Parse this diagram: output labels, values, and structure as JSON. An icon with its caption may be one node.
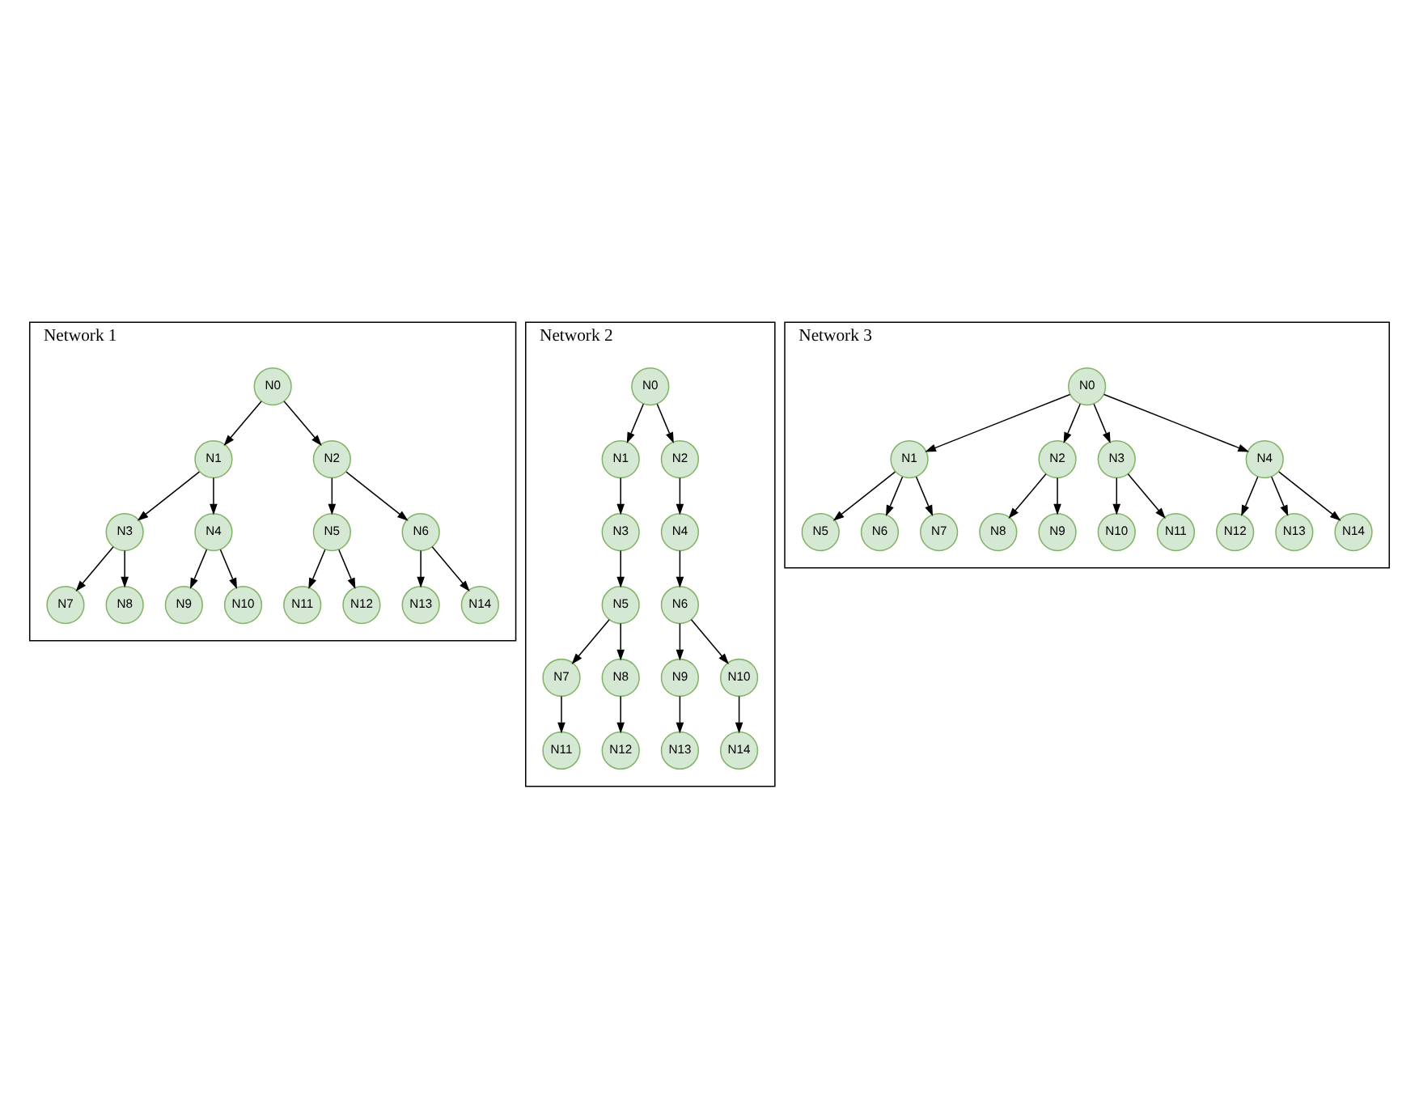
{
  "diagram": {
    "nodes": [
      {
        "text": [
          "Network 1"
        ]
      },
      {
        "text": [
          "N0"
        ],
        "in": 0
      },
      {
        "text": [
          "N1"
        ],
        "in": 0
      },
      {
        "text": [
          "N2"
        ],
        "in": 0
      },
      {
        "text": [
          "N3"
        ],
        "in": 0
      },
      {
        "text": [
          "N4"
        ],
        "in": 0
      },
      {
        "text": [
          "N5"
        ],
        "in": 0
      },
      {
        "text": [
          "N6"
        ],
        "in": 0
      },
      {
        "text": [
          "N7"
        ],
        "in": 0
      },
      {
        "text": [
          "N8"
        ],
        "in": 0
      },
      {
        "text": [
          "N9"
        ],
        "in": 0
      },
      {
        "text": [
          "N10"
        ],
        "in": 0
      },
      {
        "text": [
          "N11"
        ],
        "in": 0
      },
      {
        "text": [
          "N12"
        ],
        "in": 0
      },
      {
        "text": [
          "N13"
        ],
        "in": 0
      },
      {
        "text": [
          "N14"
        ],
        "in": 0
      },
      {
        "text": [
          "Network 2"
        ]
      },
      {
        "text": [
          "N0"
        ],
        "in": 16
      },
      {
        "text": [
          "N1"
        ],
        "in": 16
      },
      {
        "text": [
          "N2"
        ],
        "in": 16
      },
      {
        "text": [
          "N3"
        ],
        "in": 16
      },
      {
        "text": [
          "N4"
        ],
        "in": 16
      },
      {
        "text": [
          "N5"
        ],
        "in": 16
      },
      {
        "text": [
          "N6"
        ],
        "in": 16
      },
      {
        "text": [
          "N7"
        ],
        "in": 16
      },
      {
        "text": [
          "N8"
        ],
        "in": 16
      },
      {
        "text": [
          "N9"
        ],
        "in": 16
      },
      {
        "text": [
          "N10"
        ],
        "in": 16
      },
      {
        "text": [
          "N11"
        ],
        "in": 16
      },
      {
        "text": [
          "N12"
        ],
        "in": 16
      },
      {
        "text": [
          "N13"
        ],
        "in": 16
      },
      {
        "text": [
          "N14"
        ],
        "in": 16
      },
      {
        "text": [
          "Network 3"
        ]
      },
      {
        "text": [
          "N0"
        ],
        "in": 32
      },
      {
        "text": [
          "N1"
        ],
        "in": 32
      },
      {
        "text": [
          "N2"
        ],
        "in": 32
      },
      {
        "text": [
          "N3"
        ],
        "in": 32
      },
      {
        "text": [
          "N4"
        ],
        "in": 32
      },
      {
        "text": [
          "N5"
        ],
        "in": 32
      },
      {
        "text": [
          "N6"
        ],
        "in": 32
      },
      {
        "text": [
          "N7"
        ],
        "in": 32
      },
      {
        "text": [
          "N8"
        ],
        "in": 32
      },
      {
        "text": [
          "N9"
        ],
        "in": 32
      },
      {
        "text": [
          "N10"
        ],
        "in": 32
      },
      {
        "text": [
          "N11"
        ],
        "in": 32
      },
      {
        "text": [
          "N12"
        ],
        "in": 32
      },
      {
        "text": [
          "N13"
        ],
        "in": 32
      },
      {
        "text": [
          "N14"
        ],
        "in": 32
      }
    ],
    "edges": [
      {
        "from": 1,
        "to": 2,
        "arrow": "to"
      },
      {
        "from": 1,
        "to": 3,
        "arrow": "to"
      },
      {
        "from": 2,
        "to": 4,
        "arrow": "to"
      },
      {
        "from": 2,
        "to": 5,
        "arrow": "to"
      },
      {
        "from": 3,
        "to": 6,
        "arrow": "to"
      },
      {
        "from": 3,
        "to": 7,
        "arrow": "to"
      },
      {
        "from": 4,
        "to": 8,
        "arrow": "to"
      },
      {
        "from": 4,
        "to": 9,
        "arrow": "to"
      },
      {
        "from": 5,
        "to": 10,
        "arrow": "to"
      },
      {
        "from": 5,
        "to": 11,
        "arrow": "to"
      },
      {
        "from": 6,
        "to": 12,
        "arrow": "to"
      },
      {
        "from": 6,
        "to": 13,
        "arrow": "to"
      },
      {
        "from": 7,
        "to": 14,
        "arrow": "to"
      },
      {
        "from": 7,
        "to": 15,
        "arrow": "to"
      },
      {
        "from": 17,
        "to": 18,
        "arrow": "to"
      },
      {
        "from": 17,
        "to": 19,
        "arrow": "to"
      },
      {
        "from": 18,
        "to": 20,
        "arrow": "to"
      },
      {
        "from": 20,
        "to": 22,
        "arrow": "to"
      },
      {
        "from": 22,
        "to": 24,
        "arrow": "to"
      },
      {
        "from": 22,
        "to": 25,
        "arrow": "to"
      },
      {
        "from": 24,
        "to": 28,
        "arrow": "to"
      },
      {
        "from": 25,
        "to": 29,
        "arrow": "to"
      },
      {
        "from": 19,
        "to": 21,
        "arrow": "to"
      },
      {
        "from": 21,
        "to": 23,
        "arrow": "to"
      },
      {
        "from": 23,
        "to": 26,
        "arrow": "to"
      },
      {
        "from": 23,
        "to": 27,
        "arrow": "to"
      },
      {
        "from": 26,
        "to": 30,
        "arrow": "to"
      },
      {
        "from": 27,
        "to": 31,
        "arrow": "to"
      },
      {
        "from": 33,
        "to": 34,
        "arrow": "to"
      },
      {
        "from": 33,
        "to": 35,
        "arrow": "to"
      },
      {
        "from": 33,
        "to": 36,
        "arrow": "to"
      },
      {
        "from": 33,
        "to": 37,
        "arrow": "to"
      },
      {
        "from": 34,
        "to": 38,
        "arrow": "to"
      },
      {
        "from": 34,
        "to": 39,
        "arrow": "to"
      },
      {
        "from": 34,
        "to": 40,
        "arrow": "to"
      },
      {
        "from": 35,
        "to": 41,
        "arrow": "to"
      },
      {
        "from": 35,
        "to": 42,
        "arrow": "to"
      },
      {
        "from": 36,
        "to": 43,
        "arrow": "to"
      },
      {
        "from": 36,
        "to": 44,
        "arrow": "to"
      },
      {
        "from": 37,
        "to": 45,
        "arrow": "to"
      },
      {
        "from": 37,
        "to": 46,
        "arrow": "to"
      },
      {
        "from": 37,
        "to": 47,
        "arrow": "to"
      }
    ]
  }
}
